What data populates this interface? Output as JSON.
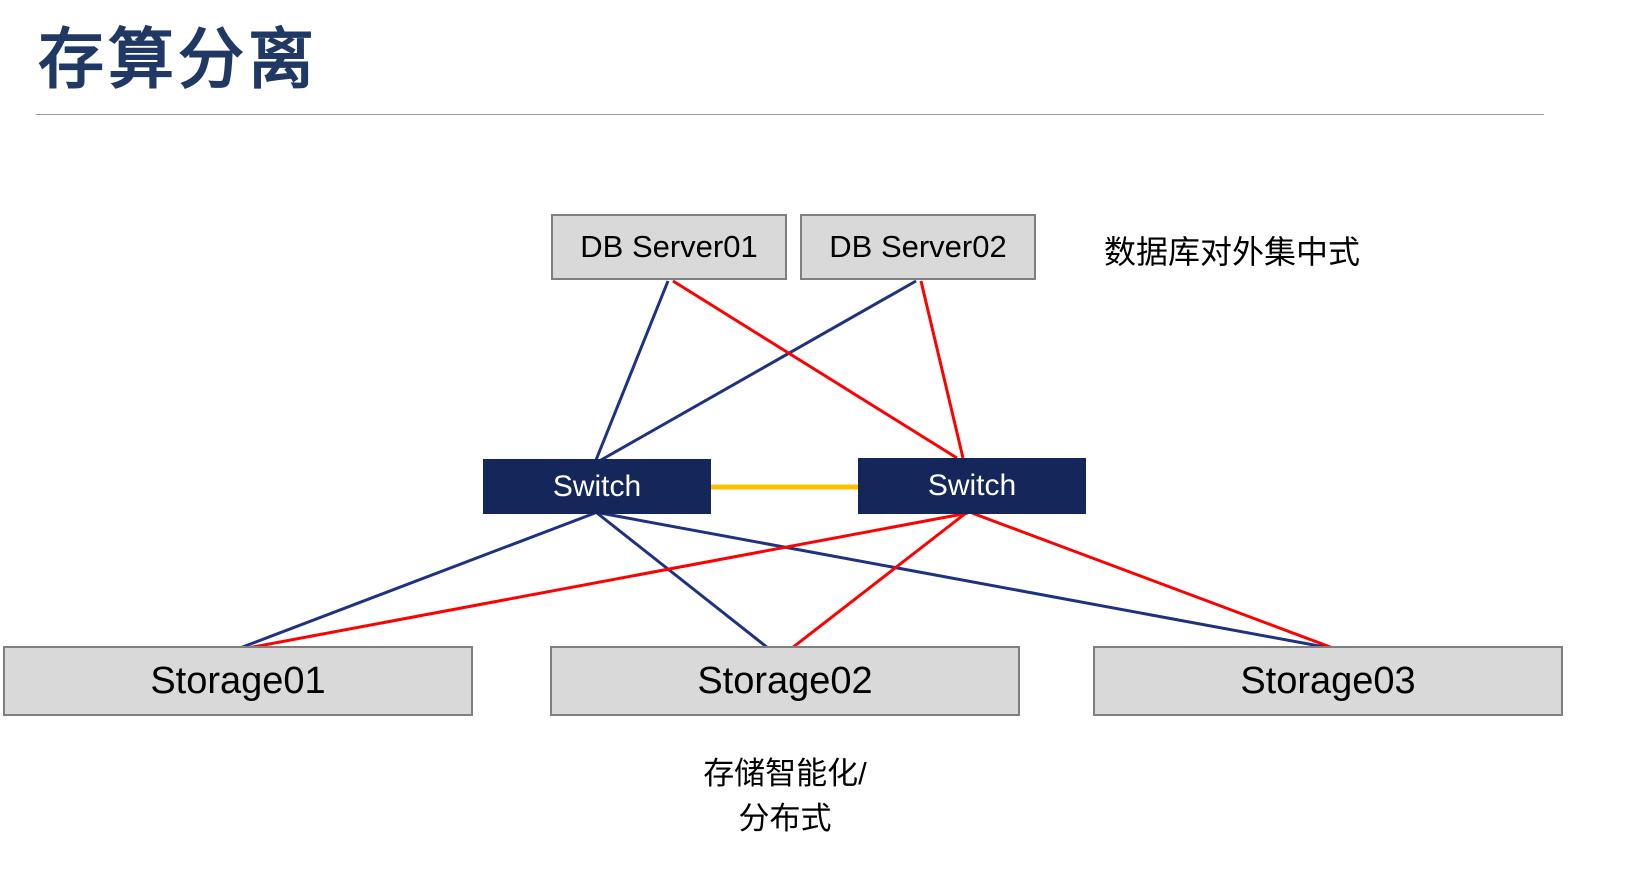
{
  "page": {
    "title": "存算分离"
  },
  "diagram": {
    "servers": [
      {
        "label": "DB Server01"
      },
      {
        "label": "DB Server02"
      }
    ],
    "server_note": "数据库对外集中式",
    "switches": [
      {
        "label": "Switch"
      },
      {
        "label": "Switch"
      }
    ],
    "storages": [
      {
        "label": "Storage01"
      },
      {
        "label": "Storage02"
      },
      {
        "label": "Storage03"
      }
    ],
    "storage_note": [
      "存储智能化/",
      "分布式"
    ]
  },
  "colors": {
    "title_text": "#203864",
    "navy_link": "#1F3280",
    "red_link": "#FE0000",
    "inter_switch_link": "#FFC000",
    "switch_fill": "#15265B",
    "switch_text": "#FFFFFF",
    "node_fill": "#D9D9D9",
    "node_border": "#7F7F7F"
  }
}
